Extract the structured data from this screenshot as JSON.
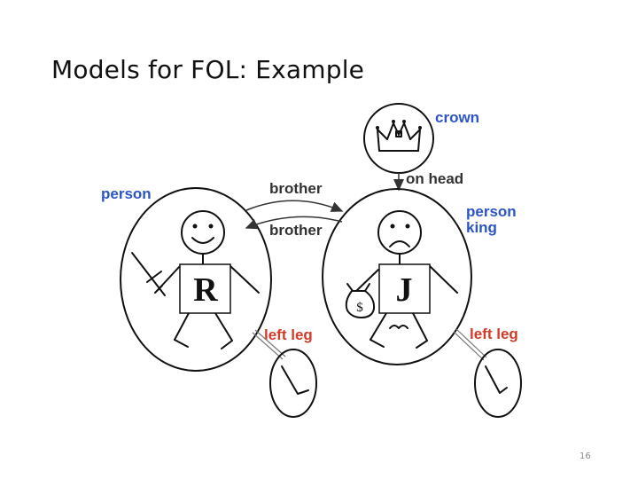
{
  "slide": {
    "title": "Models for FOL: Example",
    "page_number": "16"
  },
  "diagram": {
    "labels": {
      "crown": "crown",
      "on_head": "on head",
      "person_left": "person",
      "brother_top": "brother",
      "brother_bottom": "brother",
      "person_right": "person",
      "king": "king",
      "left_leg_r": "left leg",
      "left_leg_j": "left leg"
    },
    "boxes": {
      "richard": "R",
      "john": "J"
    },
    "money_symbol": "$",
    "colors": {
      "relation_black": "#333333",
      "unary_blue": "#2b55c7",
      "function_red": "#d23a2a"
    }
  }
}
